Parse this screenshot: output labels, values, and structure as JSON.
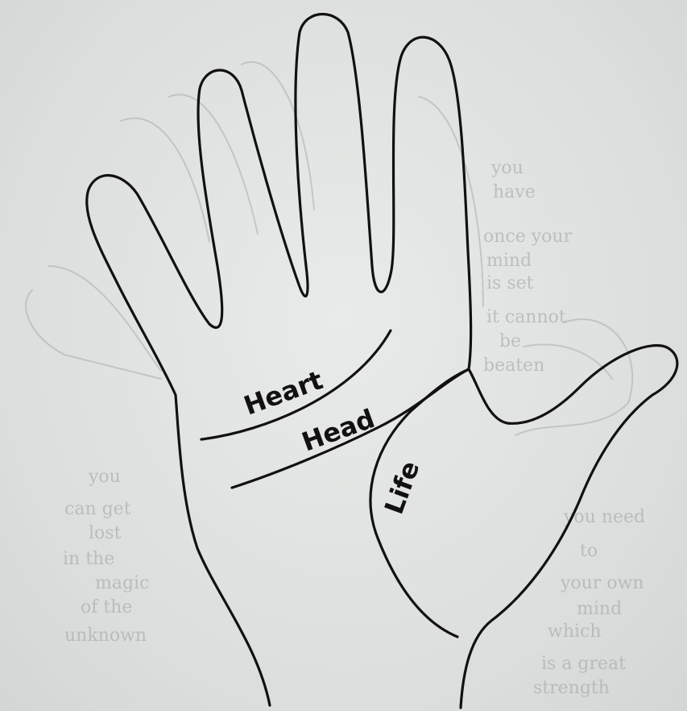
{
  "diagram": {
    "lines": [
      {
        "id": "heart",
        "label": "Heart"
      },
      {
        "id": "head",
        "label": "Head"
      },
      {
        "id": "life",
        "label": "Life"
      }
    ]
  }
}
